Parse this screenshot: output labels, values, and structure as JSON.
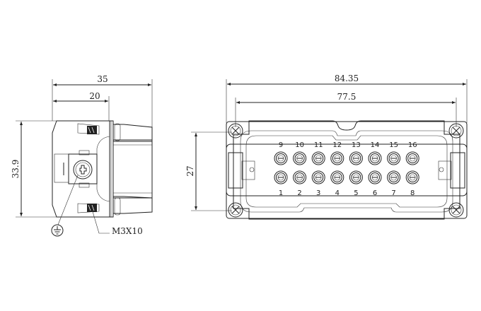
{
  "side_view": {
    "dim_width_total": "35",
    "dim_width_front": "20",
    "dim_height": "33.9",
    "screw_label": "M3X10",
    "ground_icon": "protective-earth-icon"
  },
  "front_view": {
    "dim_width_total": "84.35",
    "dim_hole_spacing": "77.5",
    "dim_height": "27",
    "pins_top": [
      "9",
      "10",
      "11",
      "12",
      "13",
      "14",
      "15",
      "16"
    ],
    "pins_bottom": [
      "1",
      "2",
      "3",
      "4",
      "5",
      "6",
      "7",
      "8"
    ]
  }
}
